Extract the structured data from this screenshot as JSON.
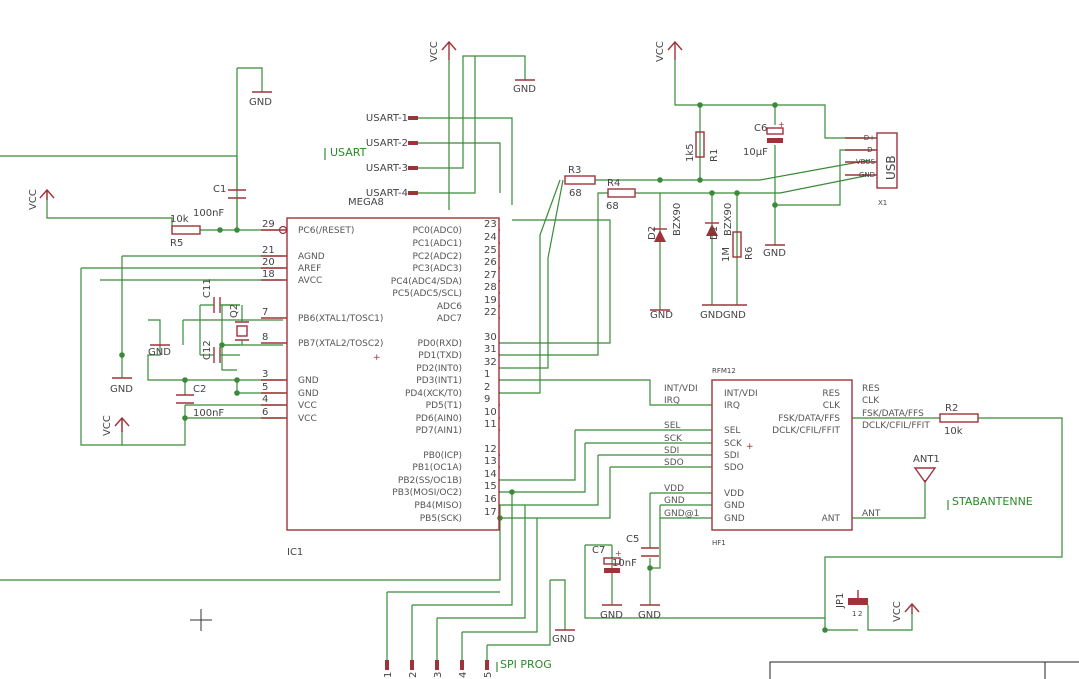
{
  "ic1": {
    "name": "IC1",
    "value": "MEGA8",
    "left_pins": [
      {
        "num": "29",
        "name": "PC6(/RESET)"
      },
      {
        "num": "21",
        "name": "AGND"
      },
      {
        "num": "20",
        "name": "AREF"
      },
      {
        "num": "18",
        "name": "AVCC"
      },
      {
        "num": "7",
        "name": "PB6(XTAL1/TOSC1)"
      },
      {
        "num": "8",
        "name": "PB7(XTAL2/TOSC2)"
      },
      {
        "num": "3",
        "name": "GND"
      },
      {
        "num": "5",
        "name": "GND"
      },
      {
        "num": "4",
        "name": "VCC"
      },
      {
        "num": "6",
        "name": "VCC"
      }
    ],
    "right_pins": [
      {
        "num": "23",
        "name": "PC0(ADC0)"
      },
      {
        "num": "24",
        "name": "PC1(ADC1)"
      },
      {
        "num": "25",
        "name": "PC2(ADC2)"
      },
      {
        "num": "26",
        "name": "PC3(ADC3)"
      },
      {
        "num": "27",
        "name": "PC4(ADC4/SDA)"
      },
      {
        "num": "28",
        "name": "PC5(ADC5/SCL)"
      },
      {
        "num": "19",
        "name": "ADC6"
      },
      {
        "num": "22",
        "name": "ADC7"
      },
      {
        "num": "30",
        "name": "PD0(RXD)"
      },
      {
        "num": "31",
        "name": "PD1(TXD)"
      },
      {
        "num": "32",
        "name": "PD2(INT0)"
      },
      {
        "num": "1",
        "name": "PD3(INT1)"
      },
      {
        "num": "2",
        "name": "PD4(XCK/T0)"
      },
      {
        "num": "9",
        "name": "PD5(T1)"
      },
      {
        "num": "10",
        "name": "PD6(AIN0)"
      },
      {
        "num": "11",
        "name": "PD7(AIN1)"
      },
      {
        "num": "12",
        "name": "PB0(ICP)"
      },
      {
        "num": "13",
        "name": "PB1(OC1A)"
      },
      {
        "num": "14",
        "name": "PB2(SS/OC1B)"
      },
      {
        "num": "15",
        "name": "PB3(MOSI/OC2)"
      },
      {
        "num": "16",
        "name": "PB4(MISO)"
      },
      {
        "num": "17",
        "name": "PB5(SCK)"
      }
    ]
  },
  "hf1": {
    "name": "HF1",
    "value": "RFM12",
    "left_pins": [
      "INT/VDI",
      "IRQ",
      "SEL",
      "SCK",
      "SDI",
      "SDO",
      "VDD",
      "GND",
      "GND"
    ],
    "left_nets": [
      "INT/VDI",
      "IRQ",
      "SEL",
      "SCK",
      "SDI",
      "SDO",
      "VDD",
      "GND",
      "GND@1"
    ],
    "right_pins": [
      "RES",
      "CLK",
      "FSK/DATA/FFS",
      "DCLK/CFIL/FFIT",
      "ANT"
    ],
    "right_nets": [
      "RES",
      "CLK",
      "FSK/DATA/FFS",
      "DCLK/CFIL/FFIT",
      "ANT"
    ]
  },
  "usart": {
    "label": "USART",
    "pins": [
      "USART-1",
      "USART-2",
      "USART-3",
      "USART-4"
    ]
  },
  "usb": {
    "name": "X1",
    "label": "USB",
    "pins": [
      "D+",
      "D-",
      "VBUS",
      "GND"
    ]
  },
  "parts": {
    "r1": {
      "name": "R1",
      "value": "1k5"
    },
    "r2": {
      "name": "R2",
      "value": "10k"
    },
    "r3": {
      "name": "R3",
      "value": "68"
    },
    "r4": {
      "name": "R4",
      "value": "68"
    },
    "r5": {
      "name": "R5",
      "value": "10k"
    },
    "r6": {
      "name": "R6",
      "value": "1M"
    },
    "c1": {
      "name": "C1",
      "value": "100nF"
    },
    "c2": {
      "name": "C2",
      "value": "100nF"
    },
    "c5": {
      "name": "C5"
    },
    "c6": {
      "name": "C6",
      "value": "10µF"
    },
    "c7": {
      "name": "C7",
      "value": "10nF"
    },
    "c11": {
      "name": "C11"
    },
    "c12": {
      "name": "C12"
    },
    "q2": {
      "name": "Q2"
    },
    "d1": {
      "name": "D1",
      "value": "BZX90"
    },
    "d2": {
      "name": "D2",
      "value": "BZX90"
    },
    "jp1": {
      "name": "JP1",
      "pins": [
        "1",
        "2"
      ]
    },
    "ant1": {
      "name": "ANT1",
      "label": "STABANTENNE"
    }
  },
  "spi": {
    "label": "SPI PROG",
    "pins": [
      "1",
      "2",
      "3",
      "4",
      "5"
    ]
  },
  "power": {
    "vcc": "VCC",
    "gnd": "GND",
    "gndgnd": "GNDGND"
  }
}
